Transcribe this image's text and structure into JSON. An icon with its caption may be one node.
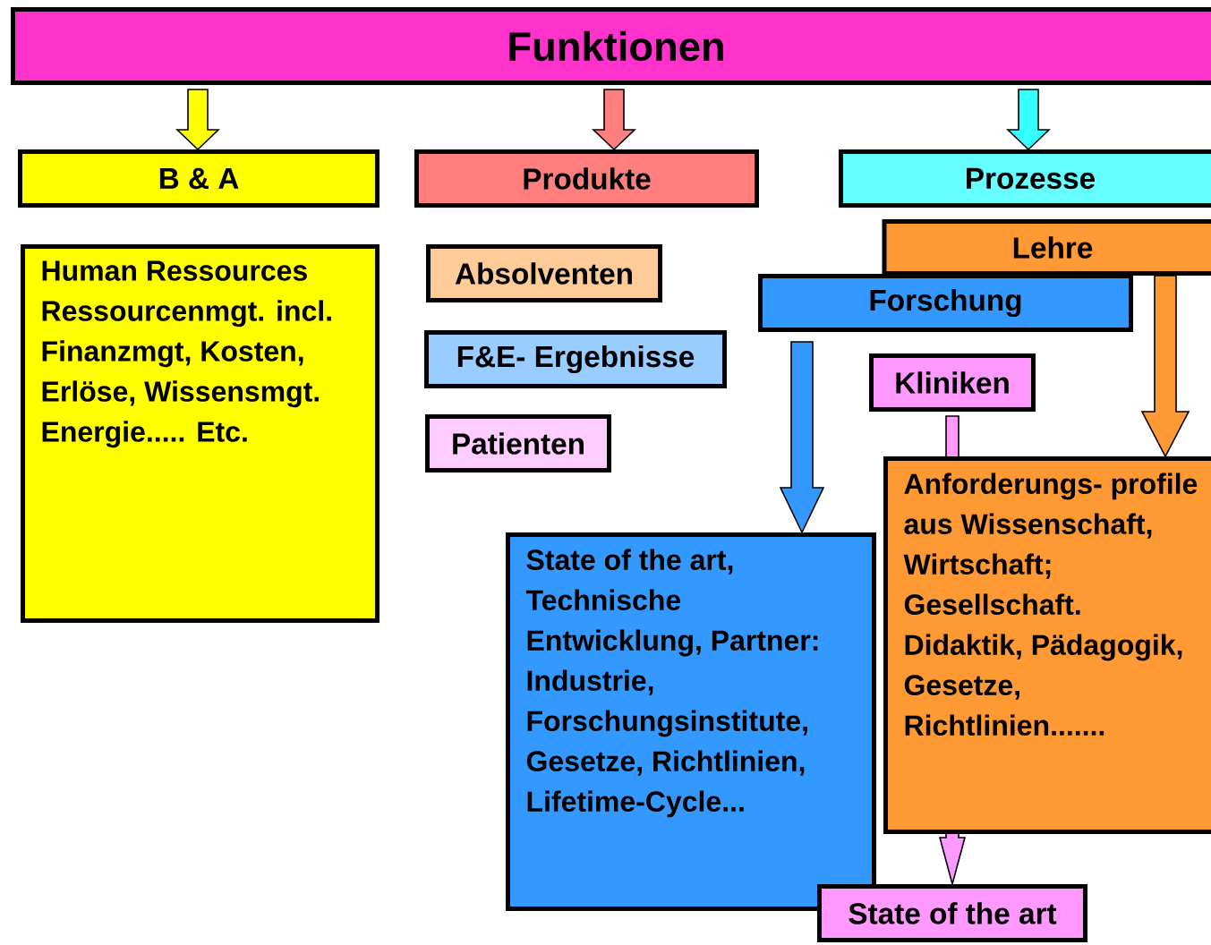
{
  "diagram": {
    "nodes": [
      {
        "text": [
          "Funktionen"
        ]
      },
      {
        "text": [
          "B & A"
        ]
      },
      {
        "text": [
          "Produkte"
        ]
      },
      {
        "text": [
          "Prozesse"
        ]
      },
      {
        "text": [
          "Human Ressources Ressourcenmgt. incl. Finanzmgt, Kosten, Erlöse, Wissensmgt. Energie..... Etc."
        ]
      },
      {
        "text": [
          "Absolventen"
        ]
      },
      {
        "text": [
          "F&E- Ergebnisse"
        ]
      },
      {
        "text": [
          "Patienten"
        ]
      },
      {
        "text": [
          "Lehre"
        ]
      },
      {
        "text": [
          "Forschung"
        ]
      },
      {
        "text": [
          "Kliniken"
        ]
      },
      {
        "text": [
          "State of the art, Technische Entwicklung, Partner: Industrie, Forschungsinstitute, Gesetze, Richtlinien, Lifetime-Cycle..."
        ]
      },
      {
        "text": [
          "Anforderungs- profile aus Wissenschaft, Wirtschaft; Gesellschaft. Didaktik, Pädagogik, Gesetze, Richtlinien......."
        ]
      },
      {
        "text": [
          "State of the art"
        ]
      }
    ],
    "edges": [
      {
        "from": 0,
        "to": 1,
        "arrow": "to",
        "color": "#ffff00"
      },
      {
        "from": 0,
        "to": 2,
        "arrow": "to",
        "color": "#ff7f7f"
      },
      {
        "from": 0,
        "to": 3,
        "arrow": "to",
        "color": "#33ffff"
      },
      {
        "from": 9,
        "to": 11,
        "arrow": "to",
        "color": "#3399ff"
      },
      {
        "from": 8,
        "to": 12,
        "arrow": "to",
        "color": "#ff9933"
      },
      {
        "from": 10,
        "to": 13,
        "arrow": "to",
        "color": "#ff99ff"
      }
    ]
  }
}
